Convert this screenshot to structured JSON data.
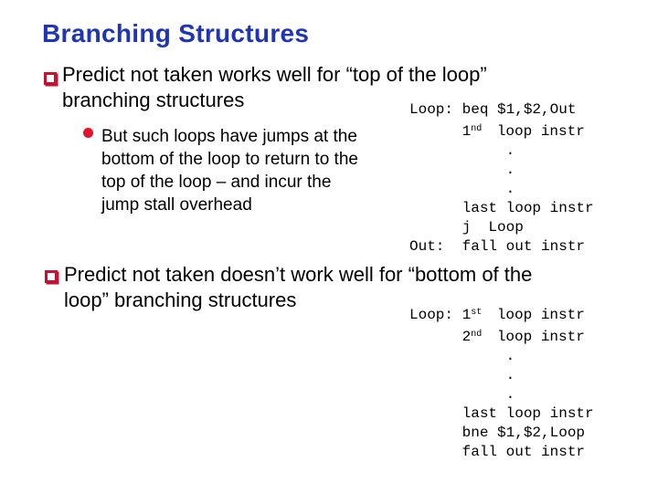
{
  "slide": {
    "title": "Branching Structures",
    "colors": {
      "title": "#1F35B4",
      "bullet_marker": "#C41230",
      "sub_bullet_marker": "#E8112D",
      "body_text": "#000000",
      "background": "#FFFFFF"
    },
    "bullets": [
      {
        "marker": "hollow-square",
        "text": "Predict not taken works well for “top of the loop”\nbranching structures",
        "sub_bullets": [
          {
            "marker": "filled-circle",
            "text": "But such loops have jumps at the\nbottom of the loop to return to the\ntop of the loop – and incur the\njump stall overhead"
          }
        ]
      },
      {
        "marker": "hollow-square",
        "text": "Predict not taken doesn’t work well for “bottom of the\nloop” branching structures",
        "sub_bullets": []
      }
    ],
    "code_blocks": [
      {
        "name": "top-of-loop-code",
        "lines": [
          [
            {
              "t": "Loop: beq $1,$2,Out"
            }
          ],
          [
            {
              "t": "      1"
            },
            {
              "t": "nd",
              "sup": true
            },
            {
              "t": " loop instr"
            }
          ],
          [
            {
              "t": "           ."
            }
          ],
          [
            {
              "t": "           ."
            }
          ],
          [
            {
              "t": "           ."
            }
          ],
          [
            {
              "t": "      last loop instr"
            }
          ],
          [
            {
              "t": "      j  Loop"
            }
          ],
          [
            {
              "t": "Out:  fall out instr"
            }
          ]
        ]
      },
      {
        "name": "bottom-of-loop-code",
        "lines": [
          [
            {
              "t": "Loop: 1"
            },
            {
              "t": "st",
              "sup": true
            },
            {
              "t": " loop instr"
            }
          ],
          [
            {
              "t": "      2"
            },
            {
              "t": "nd",
              "sup": true
            },
            {
              "t": " loop instr"
            }
          ],
          [
            {
              "t": "           ."
            }
          ],
          [
            {
              "t": "           ."
            }
          ],
          [
            {
              "t": "           ."
            }
          ],
          [
            {
              "t": "      last loop instr"
            }
          ],
          [
            {
              "t": "      bne $1,$2,Loop"
            }
          ],
          [
            {
              "t": "      fall out instr"
            }
          ]
        ]
      }
    ]
  }
}
